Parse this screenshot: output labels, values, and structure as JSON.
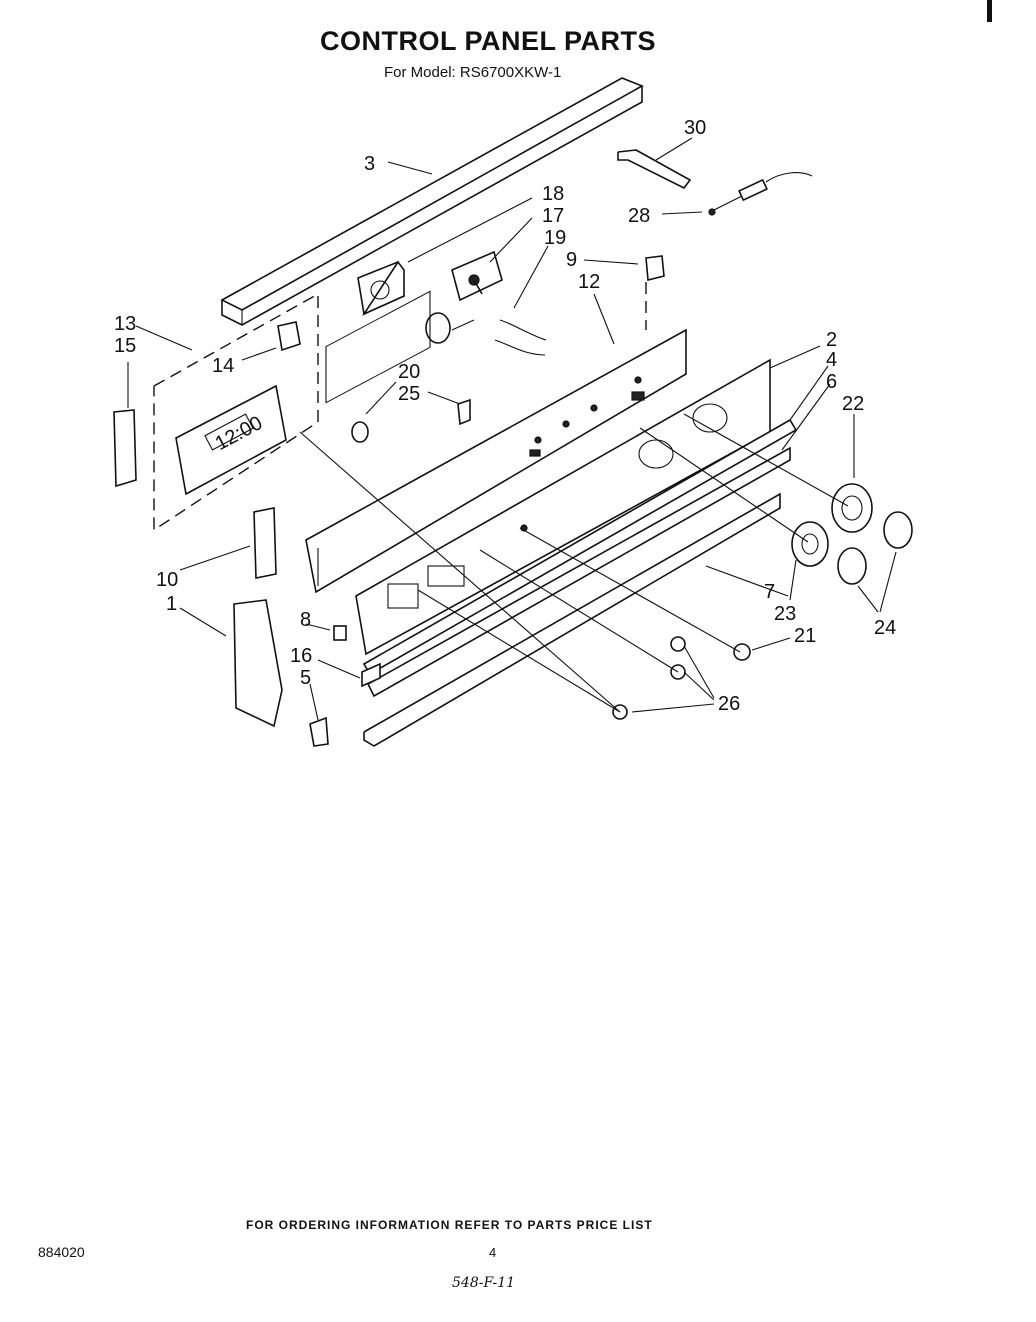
{
  "header": {
    "title": "CONTROL PANEL PARTS",
    "subtitle": "For Model: RS6700XKW-1"
  },
  "diagram": {
    "callouts": [
      "1",
      "2",
      "3",
      "4",
      "5",
      "6",
      "7",
      "8",
      "9",
      "10",
      "12",
      "13",
      "14",
      "15",
      "16",
      "17",
      "18",
      "19",
      "20",
      "21",
      "22",
      "23",
      "24",
      "25",
      "26",
      "28",
      "30"
    ],
    "clock_display": "12:00"
  },
  "footer": {
    "note": "FOR ORDERING INFORMATION REFER TO PARTS PRICE LIST",
    "doc_number": "884020",
    "page_number": "4",
    "handwritten": "548-F-11"
  }
}
